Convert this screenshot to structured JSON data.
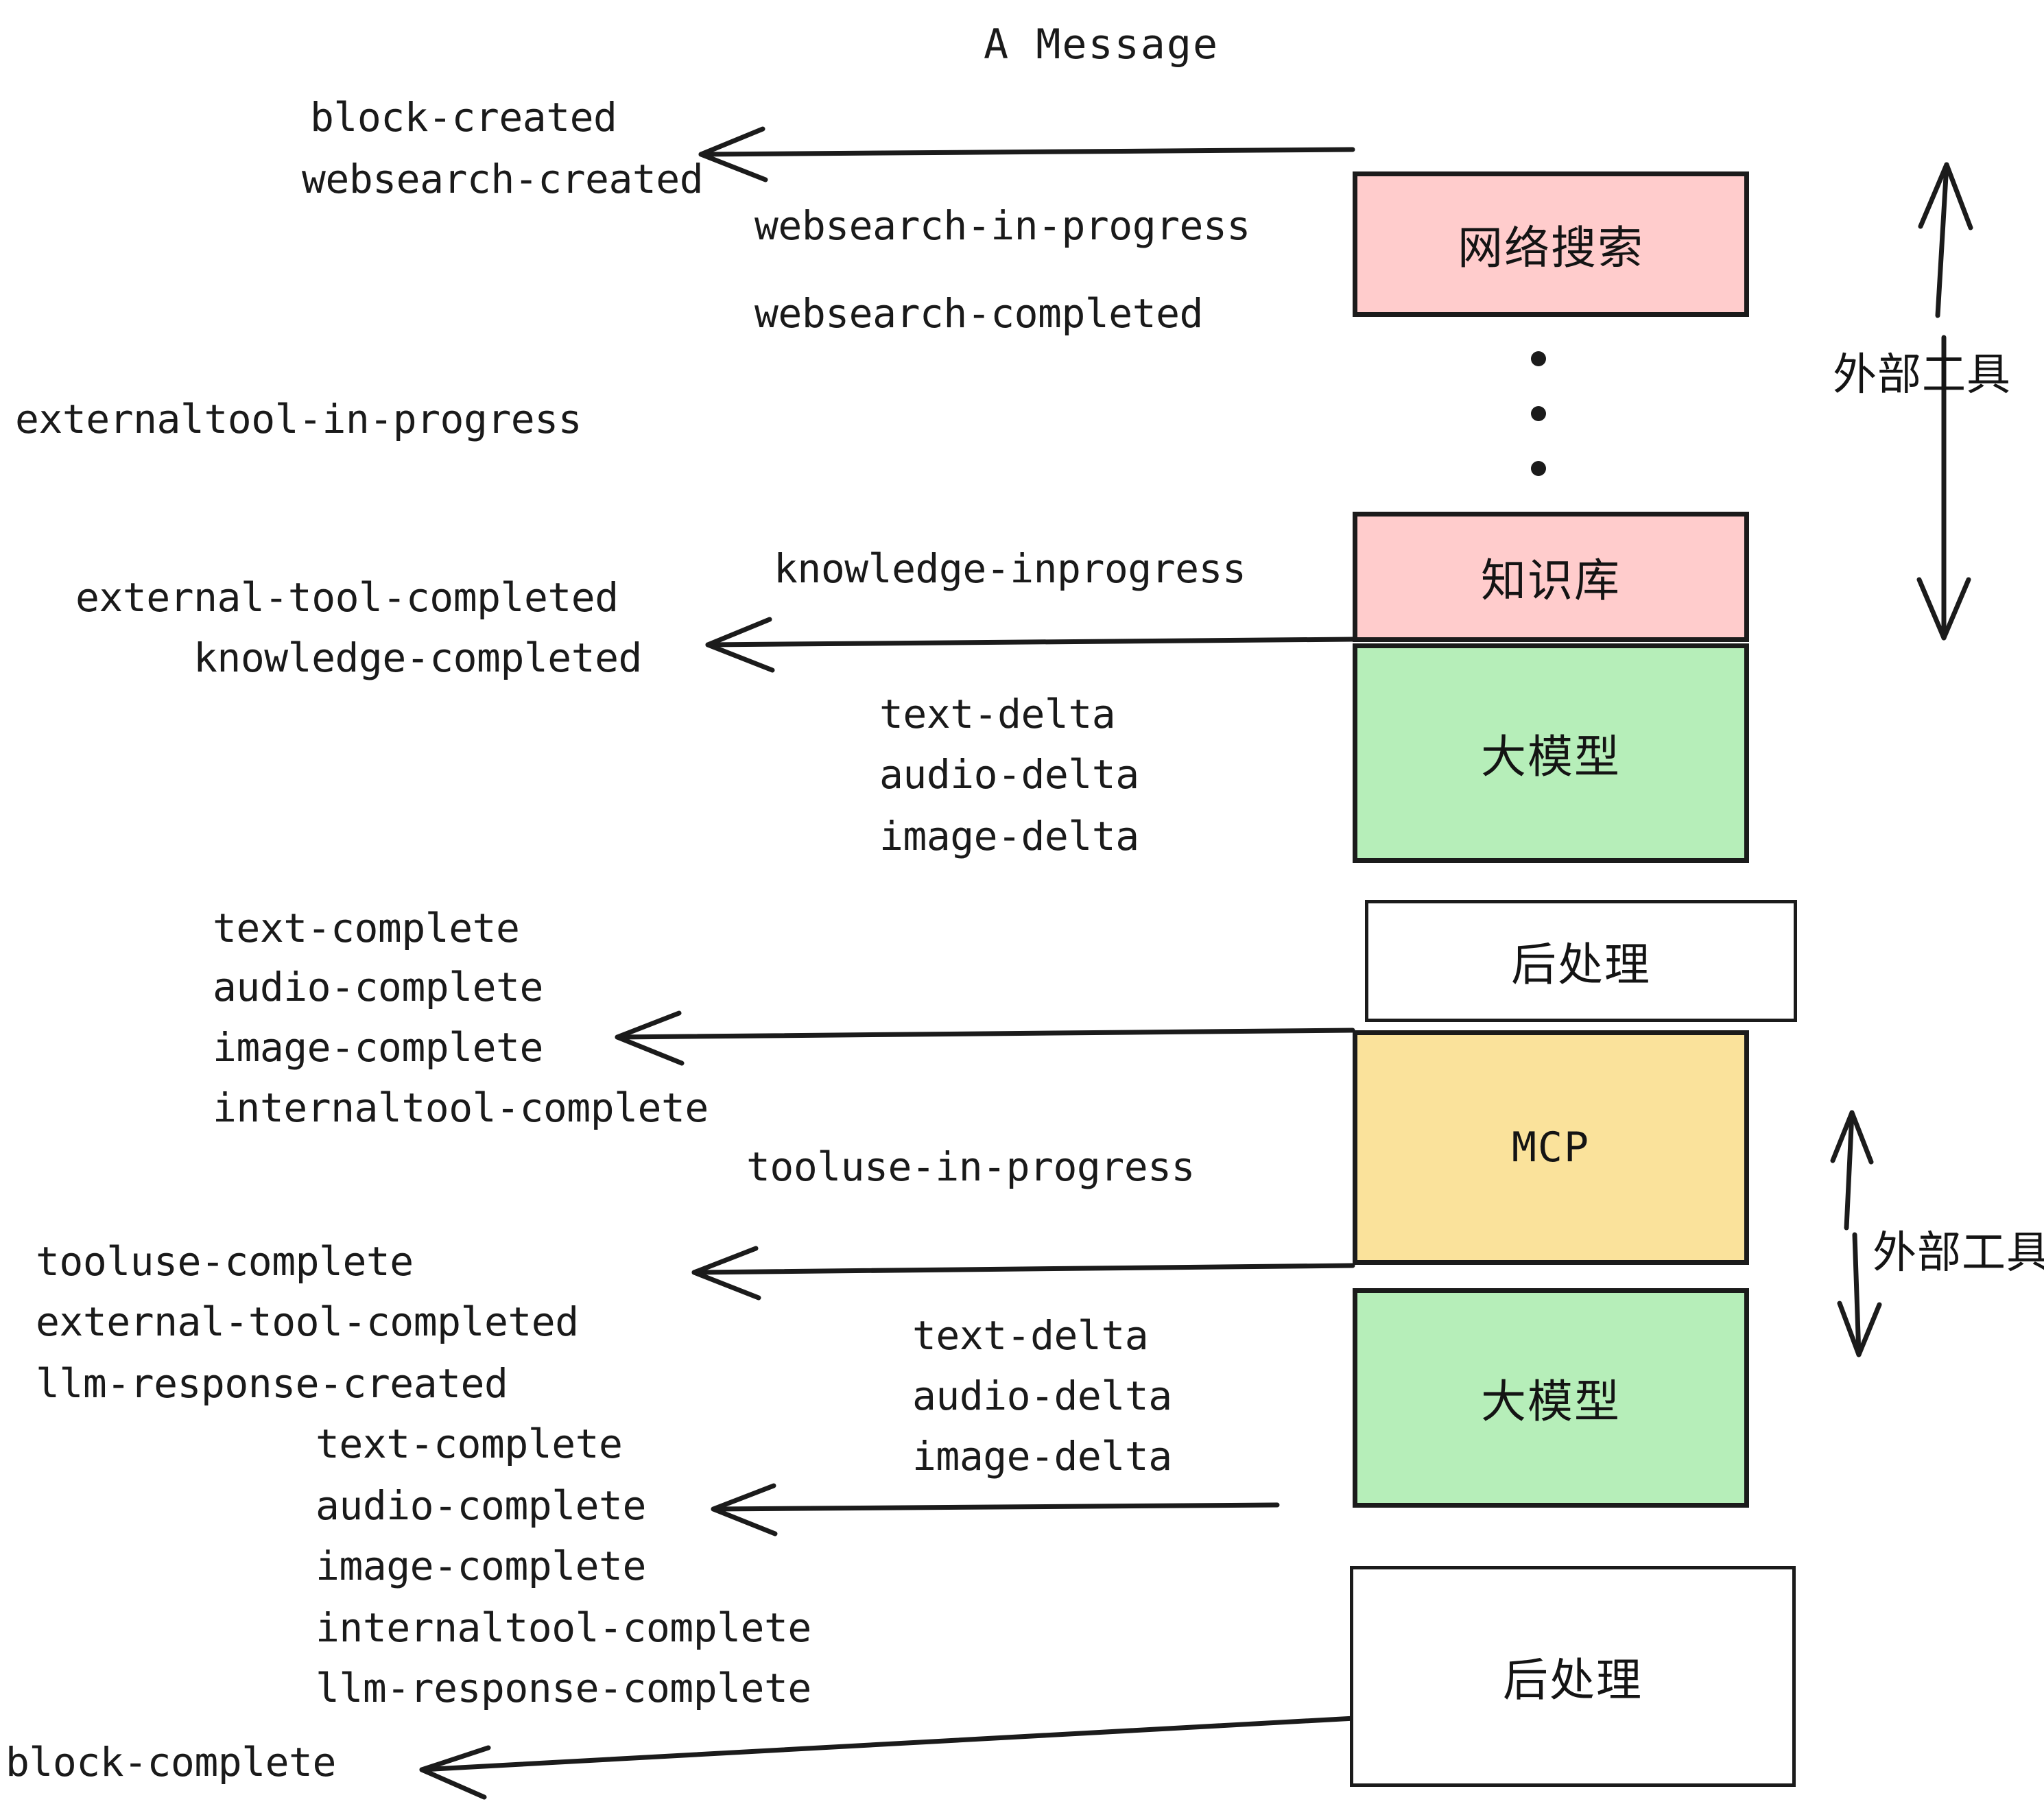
{
  "diagram": {
    "title": "A Message",
    "colors": {
      "pink": "#FFCCCC",
      "green": "#B6EEB9",
      "yellow": "#FAE29B",
      "white": "#FFFFFF",
      "stroke": "#1B1B1B",
      "text": "#1A1A1A"
    },
    "nodes": [
      {
        "id": "websearch",
        "label": "网络搜索",
        "fill": "#FFCCCC"
      },
      {
        "id": "knowledge",
        "label": "知识库",
        "fill": "#FFCCCC"
      },
      {
        "id": "llm-1",
        "label": "大模型",
        "fill": "#B6EEB9"
      },
      {
        "id": "postproc-1",
        "label": "后处理",
        "fill": "#FFFFFF"
      },
      {
        "id": "mcp",
        "label": "MCP",
        "fill": "#FAE29B"
      },
      {
        "id": "llm-2",
        "label": "大模型",
        "fill": "#B6EEB9"
      },
      {
        "id": "postproc-2",
        "label": "后处理",
        "fill": "#FFFFFF"
      }
    ],
    "side_labels": [
      {
        "id": "external-tools-top",
        "text": "外部工具"
      },
      {
        "id": "external-tools-bottom",
        "text": "外部工具"
      }
    ],
    "events": [
      {
        "id": "e01",
        "text": "block-created"
      },
      {
        "id": "e02",
        "text": "websearch-created"
      },
      {
        "id": "e03",
        "text": "websearch-in-progress"
      },
      {
        "id": "e04",
        "text": "websearch-completed"
      },
      {
        "id": "e05",
        "text": "externaltool-in-progress"
      },
      {
        "id": "e06",
        "text": "knowledge-inprogress"
      },
      {
        "id": "e07",
        "text": "external-tool-completed"
      },
      {
        "id": "e08",
        "text": "knowledge-completed"
      },
      {
        "id": "e09",
        "text": "text-delta"
      },
      {
        "id": "e10",
        "text": "audio-delta"
      },
      {
        "id": "e11",
        "text": "image-delta"
      },
      {
        "id": "e12",
        "text": "text-complete"
      },
      {
        "id": "e13",
        "text": "audio-complete"
      },
      {
        "id": "e14",
        "text": "image-complete"
      },
      {
        "id": "e15",
        "text": "internaltool-complete"
      },
      {
        "id": "e16",
        "text": "tooluse-in-progress"
      },
      {
        "id": "e17",
        "text": "tooluse-complete"
      },
      {
        "id": "e18",
        "text": "external-tool-completed"
      },
      {
        "id": "e19",
        "text": "llm-response-created"
      },
      {
        "id": "e20",
        "text": "text-complete"
      },
      {
        "id": "e21",
        "text": "audio-complete"
      },
      {
        "id": "e22",
        "text": "image-complete"
      },
      {
        "id": "e23",
        "text": "internaltool-complete"
      },
      {
        "id": "e24",
        "text": "llm-response-complete"
      },
      {
        "id": "e25",
        "text": "text-delta"
      },
      {
        "id": "e26",
        "text": "audio-delta"
      },
      {
        "id": "e27",
        "text": "image-delta"
      },
      {
        "id": "e28",
        "text": "block-complete"
      }
    ]
  }
}
